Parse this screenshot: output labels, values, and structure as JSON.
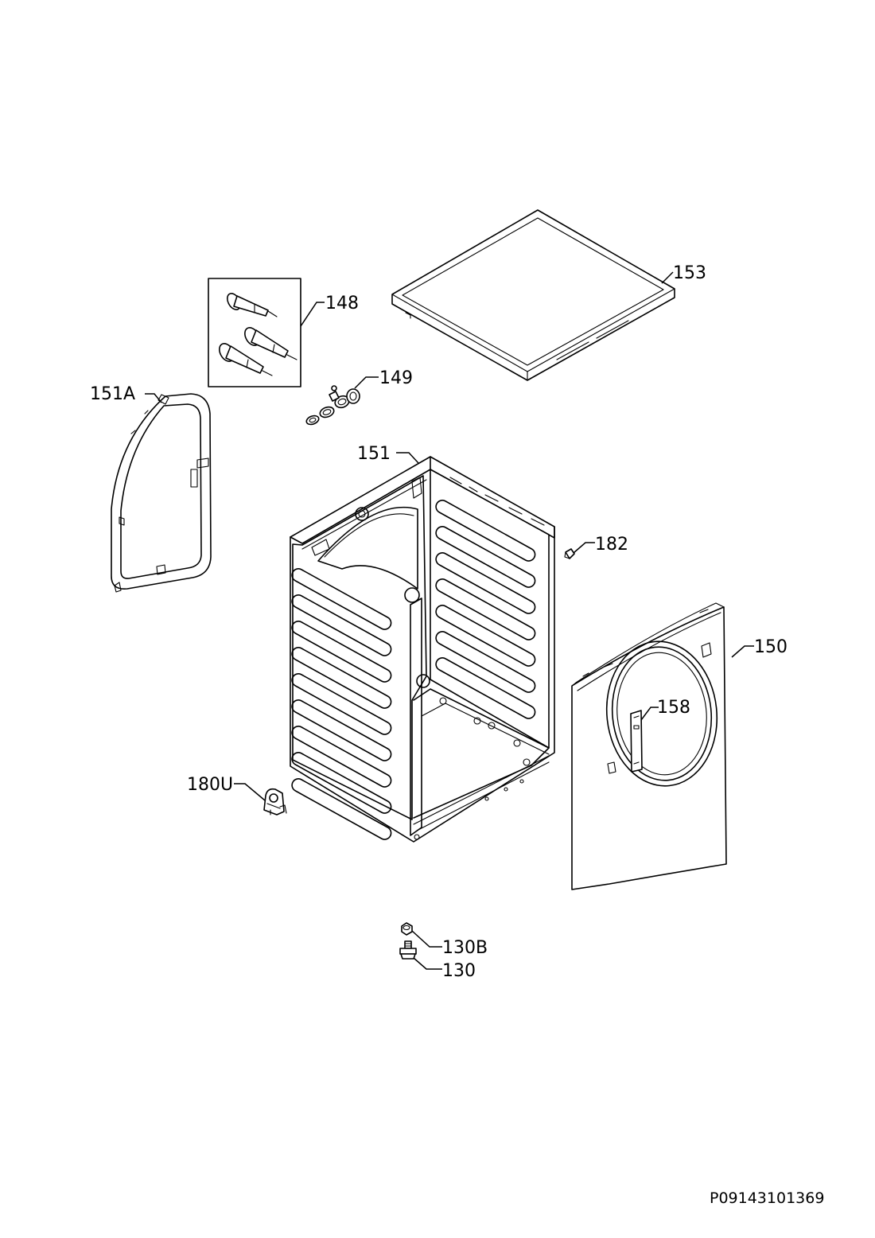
{
  "document_id": "P09143101369",
  "callouts": {
    "p153": "153",
    "p148": "148",
    "p149": "149",
    "p151A": "151A",
    "p151": "151",
    "p182": "182",
    "p150": "150",
    "p158": "158",
    "p180U": "180U",
    "p130B": "130B",
    "p130": "130"
  }
}
